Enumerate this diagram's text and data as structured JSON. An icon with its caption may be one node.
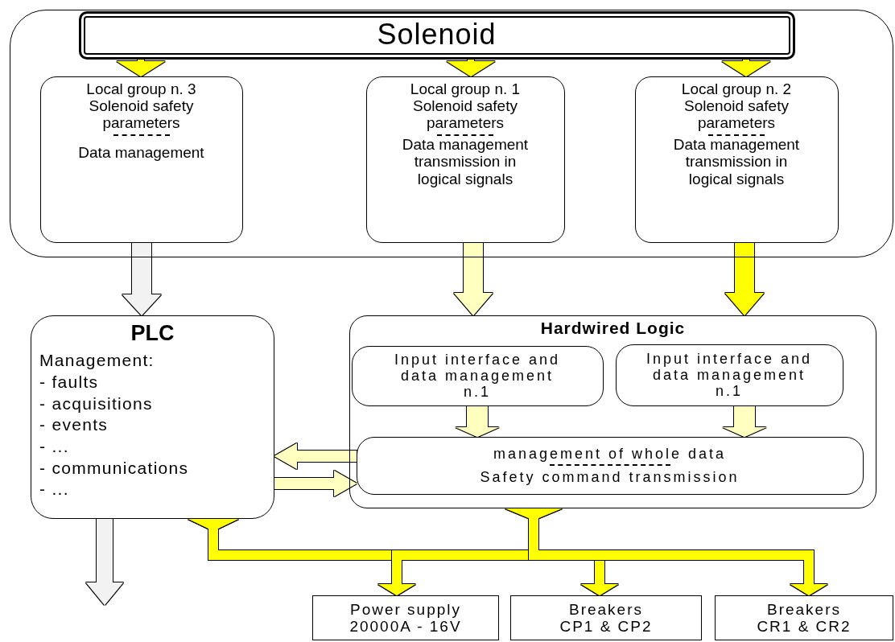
{
  "diagram": {
    "nodes": [
      {
        "text": [],
        "shape": "box"
      },
      {
        "text": [
          "Solenoid"
        ],
        "in": 0
      },
      {
        "text": [
          "Local group n. 3 Solenoid safety parameters",
          "Data management"
        ],
        "in": 0
      },
      {
        "text": [
          "Local group n. 1 Solenoid safety parameters",
          "Data management transmission in logical signals"
        ],
        "in": 0
      },
      {
        "text": [
          "Local group n. 2 Solenoid safety parameters",
          "Data management transmission in logical signals"
        ],
        "in": 0
      },
      {
        "text": [
          "PLC",
          "Management:",
          "- faults",
          "- acquisitions",
          "- events",
          "- ...",
          "- communications",
          "- ..."
        ]
      },
      {
        "text": [
          "Hardwired Logic"
        ]
      },
      {
        "text": [
          "Input interface and data management n.1"
        ],
        "in": 6
      },
      {
        "text": [
          "Input interface and data management n.1"
        ],
        "in": 6
      },
      {
        "text": [
          "management of whole data",
          "Safety command transmission"
        ],
        "in": 6
      },
      {
        "text": [
          "Power supply 20000A - 16V"
        ]
      },
      {
        "text": [
          "Breakers CP1 & CP2"
        ]
      },
      {
        "text": [
          "Breakers CR1 & CR2"
        ]
      }
    ],
    "edges": [
      {
        "from": 1,
        "to": 2,
        "arrow": "to"
      },
      {
        "from": 1,
        "to": 3,
        "arrow": "to"
      },
      {
        "from": 1,
        "to": 4,
        "arrow": "to"
      },
      {
        "from": 2,
        "to": 5,
        "arrow": "to",
        "color": "#f2f2f2"
      },
      {
        "from": 3,
        "to": 6,
        "arrow": "to",
        "color": "#ffffc0"
      },
      {
        "from": 4,
        "to": 6,
        "arrow": "to"
      },
      {
        "from": 7,
        "to": 9,
        "arrow": "to",
        "color": "#ffffc0"
      },
      {
        "from": 8,
        "to": 9,
        "arrow": "to",
        "color": "#ffffc0"
      },
      {
        "from": 9,
        "to": 5,
        "arrow": "to",
        "color": "#ffffc0"
      },
      {
        "from": 5,
        "to": 9,
        "arrow": "to",
        "color": "#ffffc0"
      },
      {
        "from": 5,
        "to": null,
        "arrow": "to",
        "color": "#f2f2f2"
      },
      {
        "from": 5,
        "to": 10,
        "arrow": "to"
      },
      {
        "from": 5,
        "to": 11,
        "arrow": "to"
      },
      {
        "from": 5,
        "to": 12,
        "arrow": "to"
      },
      {
        "from": 6,
        "to": 10,
        "arrow": "to"
      },
      {
        "from": 6,
        "to": 11,
        "arrow": "to"
      },
      {
        "from": 6,
        "to": 12,
        "arrow": "to"
      }
    ]
  }
}
